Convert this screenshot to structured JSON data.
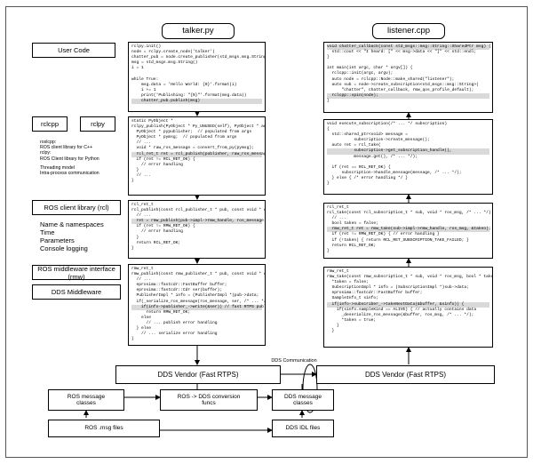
{
  "headers": {
    "talker": "talker.py",
    "listener": "listener.cpp"
  },
  "layers": {
    "user_code": "User Code",
    "rclcpp": "rclcpp",
    "rclpy": "rclpy",
    "rcl": "ROS client library (rcl)",
    "rmw": "ROS middleware interface (rmw)",
    "dds_middleware": "DDS Middleware"
  },
  "side_notes": {
    "roslang": [
      "roslcpp:",
      "  ROS client library for C++",
      "rclpy:",
      "  ROS Client library for Python",
      "",
      "Threading model",
      "Intra-process communication"
    ],
    "rcl": [
      "Name & namespaces",
      "Time",
      "Parameters",
      "Console logging"
    ]
  },
  "talker_code": {
    "user": [
      {
        "t": "rclpy.init()",
        "h": false
      },
      {
        "t": "node = rclpy.create_node('talker')",
        "h": false
      },
      {
        "t": "chatter_pub = node.create_publisher(std_msgs.msg.String, 'chatter')",
        "h": false
      },
      {
        "t": "msg = std_msgs.msg.String()",
        "h": false
      },
      {
        "t": "i = 1",
        "h": false
      },
      {
        "t": "",
        "h": false
      },
      {
        "t": "while True:",
        "h": false
      },
      {
        "t": "    msg.data = 'Hello World: {0}'.format(i)",
        "h": false
      },
      {
        "t": "    i += 1",
        "h": false
      },
      {
        "t": "    print('Publishing: \"{0}\"'.format(msg.data))",
        "h": false
      },
      {
        "t": "    chatter_pub.publish(msg)",
        "h": true
      }
    ],
    "client": [
      {
        "t": "static PyObject *",
        "h": false
      },
      {
        "t": "rclpy_publish(PyObject * Py_UNUSED(self), PyObject * args) {",
        "h": false
      },
      {
        "t": "  PyObject * pypublisher;  // populated from args",
        "h": false
      },
      {
        "t": "  PyObject * pymsg;  // populated from args",
        "h": false
      },
      {
        "t": "  // ...",
        "h": false
      },
      {
        "t": "  void * raw_ros_message = convert_from_py(pymsg);",
        "h": false
      },
      {
        "t": "  rcl_ret_t ret = rcl_publish(publisher, raw_ros_message);",
        "h": true
      },
      {
        "t": "  if (ret != RCL_RET_OK) {",
        "h": false
      },
      {
        "t": "    // error handling",
        "h": false
      },
      {
        "t": "  }",
        "h": false
      },
      {
        "t": "  // ...",
        "h": false
      },
      {
        "t": "}",
        "h": false
      }
    ],
    "rcl": [
      {
        "t": "rcl_ret_t",
        "h": false
      },
      {
        "t": "rcl_publish(const rcl_publisher_t * pub, const void * ros_message) {",
        "h": false
      },
      {
        "t": "  // ...",
        "h": false
      },
      {
        "t": "  ret = rmw_publish(pub->impl->rmw_handle, ros_message);",
        "h": true
      },
      {
        "t": "  if (ret != RMW_RET_OK) {",
        "h": false
      },
      {
        "t": "    // error handling",
        "h": false
      },
      {
        "t": "  }",
        "h": false
      },
      {
        "t": "  return RCL_RET_OK;",
        "h": false
      },
      {
        "t": "}",
        "h": false
      }
    ],
    "rmw": [
      {
        "t": "rmw_ret_t",
        "h": false
      },
      {
        "t": "rmw_publish(const rmw_publisher_t * pub, const void * ros_message) {",
        "h": false
      },
      {
        "t": "  // ...",
        "h": false
      },
      {
        "t": "  eprosima::fastcdr::FastBuffer buffer;",
        "h": false
      },
      {
        "t": "  eprosima::fastcdr::Cdr ser(buffer);",
        "h": false
      },
      {
        "t": "  PublisherImpl * info = (PublisherImpl *)pub->data;",
        "h": false
      },
      {
        "t": "  if(_serialize_ros_message(ros_message, ser, /* ... */)) {",
        "h": false
      },
      {
        "t": "    if(info->publisher_->write(&ser)) // fast RTPS publisher",
        "h": true
      },
      {
        "t": "      return RMW_RET_OK;",
        "h": false
      },
      {
        "t": "    else",
        "h": false
      },
      {
        "t": "      // ... publish error handling",
        "h": false
      },
      {
        "t": "  } else",
        "h": false
      },
      {
        "t": "    // ... serialize error handling",
        "h": false
      },
      {
        "t": "}",
        "h": false
      }
    ]
  },
  "listener_code": {
    "user": [
      {
        "t": "void chatter_callback(const std_msgs::msg::String::SharedPtr msg) {",
        "h": true
      },
      {
        "t": "  std::cout << \"I heard: [\" << msg->data << \"]\" << std::endl;",
        "h": false
      },
      {
        "t": "}",
        "h": false
      },
      {
        "t": "",
        "h": false
      },
      {
        "t": "int main(int argc, char * argv[]) {",
        "h": false
      },
      {
        "t": "  rclcpp::init(argc, argv);",
        "h": false
      },
      {
        "t": "  auto node = rclcpp::Node::make_shared(\"listener\");",
        "h": false
      },
      {
        "t": "  auto sub = node->create_subscription<std_msgs::msg::String>(",
        "h": false
      },
      {
        "t": "      \"chatter\", chatter_callback, rmw_qos_profile_default);",
        "h": false
      },
      {
        "t": "  rclcpp::spin(node);",
        "h": true
      },
      {
        "t": "}",
        "h": false
      }
    ],
    "client": [
      {
        "t": "void execute_subscription(/* ... */ subscription)",
        "h": false
      },
      {
        "t": "{",
        "h": false
      },
      {
        "t": "  std::shared_ptr<void> message =",
        "h": false
      },
      {
        "t": "           subscription->create_message();",
        "h": false
      },
      {
        "t": "  auto ret = rcl_take(",
        "h": false
      },
      {
        "t": "           subscription->get_subscription_handle(),",
        "h": true
      },
      {
        "t": "           message.get(), /* ... */);",
        "h": false
      },
      {
        "t": "",
        "h": false
      },
      {
        "t": "  if (ret == RCL_RET_OK) {",
        "h": false
      },
      {
        "t": "      subscription->handle_message(message, /* ... */);",
        "h": false
      },
      {
        "t": "  } else { /* error handling */ }",
        "h": false
      },
      {
        "t": "}",
        "h": false
      }
    ],
    "rcl": [
      {
        "t": "rcl_ret_t",
        "h": false
      },
      {
        "t": "rcl_take(const rcl_subscription_t * sub, void * ros_msg, /* ... */) {",
        "h": false
      },
      {
        "t": "  // ...",
        "h": false
      },
      {
        "t": "  bool taken = false;",
        "h": false
      },
      {
        "t": "  rmw_ret_t ret = rmw_take(sub->impl->rmw_handle, ros_msg, &taken);",
        "h": true
      },
      {
        "t": "  if (ret != RMW_RET_OK) { // error handling }",
        "h": false
      },
      {
        "t": "  if (!taken) { return RCL_RET_SUBSCRIPTION_TAKE_FAILED; }",
        "h": false
      },
      {
        "t": "  return RCL_RET_OK;",
        "h": false
      },
      {
        "t": "}",
        "h": false
      }
    ],
    "rmw": [
      {
        "t": "rmw_ret_t",
        "h": false
      },
      {
        "t": "rmw_take(const rmw_subscription_t * sub, void * ros_msg, bool * taken) {",
        "h": false
      },
      {
        "t": "  *taken = false;",
        "h": false
      },
      {
        "t": "  SubscriptionImpl * info = (SubscriptionImpl *)sub->data;",
        "h": false
      },
      {
        "t": "  eprosima::fastcdr::FastBuffer buffer;",
        "h": false
      },
      {
        "t": "  SampleInfo_t sinfo;",
        "h": false
      },
      {
        "t": "  if(info->subscriber_->takeNextData(&buffer, &sinfo)) {",
        "h": true
      },
      {
        "t": "    if(sinfo.sampleKind == ALIVE) { // actually contains data",
        "h": false
      },
      {
        "t": "      _deserialize_ros_message(&buffer, ros_msg, /* ... */);",
        "h": false
      },
      {
        "t": "      *taken = true;",
        "h": false
      },
      {
        "t": "    }",
        "h": false
      },
      {
        "t": "  }",
        "h": false
      }
    ]
  },
  "dds": {
    "communication": "DDS Communication",
    "vendor_left": "DDS Vendor (Fast RTPS)",
    "vendor_right": "DDS Vendor (Fast RTPS)"
  },
  "bottom": {
    "ros_message_classes": "ROS message classes",
    "ros_to_dds": "ROS -> DDS conversion funcs",
    "dds_message_classes": "DDS message classes",
    "ros_msg_files": "ROS .msg files",
    "dds_idl_files": "DDS IDL files"
  }
}
